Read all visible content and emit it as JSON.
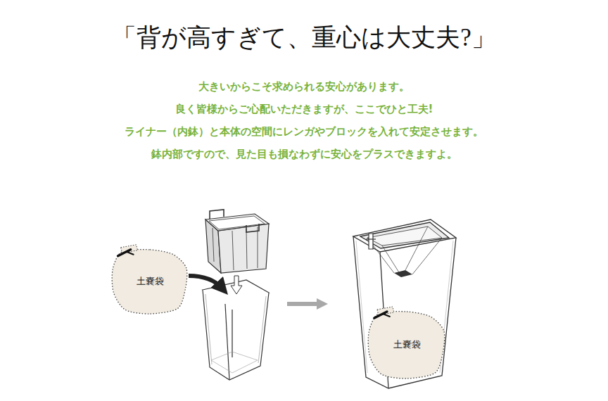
{
  "diagram": {
    "title": "「背が高すぎて、重心は大丈夫?」",
    "nodes": [
      {
        "text": [
          "土嚢袋"
        ]
      },
      {
        "text": [
          "土嚢袋"
        ]
      }
    ],
    "labels": [
      "大きいからこそ求められる安心があります。",
      "良く皆様からご心配いただきますが、ここでひと工夫!",
      "ライナー（内鉢）と本体の空間にレンガやブロックを入れて安定させます。",
      "鉢内部ですので、見た目も損なわずに安心をプラスできますよ。"
    ]
  }
}
